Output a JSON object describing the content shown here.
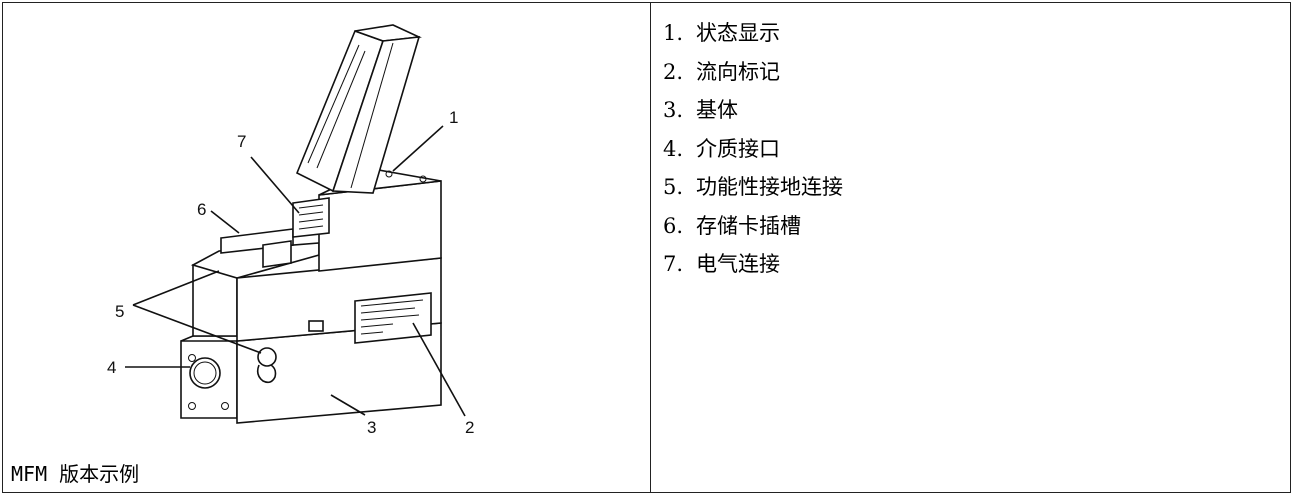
{
  "figure": {
    "caption": "MFM 版本示例",
    "callouts": [
      "1",
      "2",
      "3",
      "4",
      "5",
      "6",
      "7"
    ]
  },
  "legend": {
    "items": [
      {
        "num": "1.",
        "text": "状态显示"
      },
      {
        "num": "2.",
        "text": "流向标记"
      },
      {
        "num": "3.",
        "text": "基体"
      },
      {
        "num": "4.",
        "text": "介质接口"
      },
      {
        "num": "5.",
        "text": "功能性接地连接"
      },
      {
        "num": "6.",
        "text": "存储卡插槽"
      },
      {
        "num": "7.",
        "text": "电气连接"
      }
    ]
  }
}
